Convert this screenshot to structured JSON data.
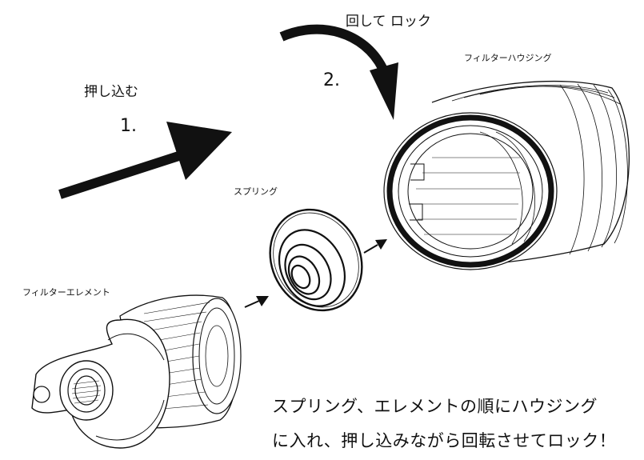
{
  "labels": {
    "rotate_lock": "回して ロック",
    "step2": "2.",
    "push_in": "押し込む",
    "step1": "1.",
    "filter_housing": "フィルターハウジング",
    "spring": "スプリング",
    "filter_element": "フィルターエレメント"
  },
  "caption": {
    "line1": "スプリング、エレメントの順にハウジング",
    "line2": "に入れ、押し込みながら回転させてロック！"
  }
}
